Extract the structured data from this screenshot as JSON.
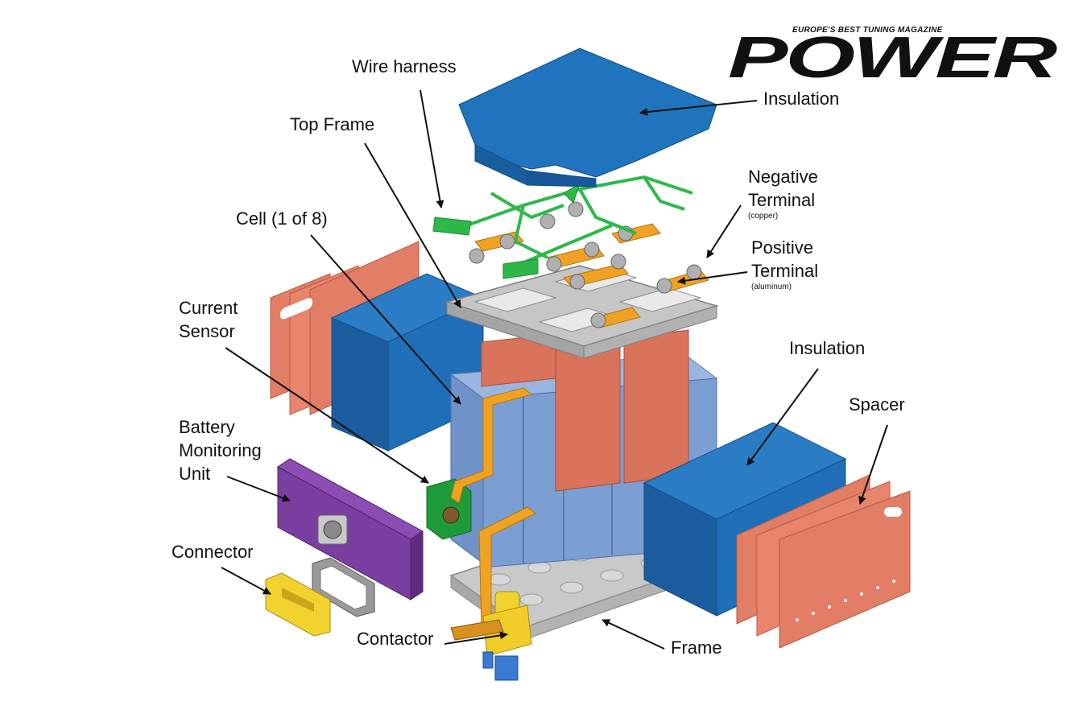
{
  "logo": {
    "tagline": "EUROPE'S BEST TUNING MAGAZINE",
    "wordmark": "POWER"
  },
  "labels": {
    "wire_harness": "Wire harness",
    "top_frame": "Top Frame",
    "insulation_top": "Insulation",
    "negative_terminal_line1": "Negative",
    "negative_terminal_line2": "Terminal",
    "negative_terminal_note": "(copper)",
    "positive_terminal_line1": "Positive",
    "positive_terminal_line2": "Terminal",
    "positive_terminal_note": "(aluminum)",
    "cell_line1": "Cell (1 of 8)",
    "current_sensor_line1": "Current",
    "current_sensor_line2": "Sensor",
    "insulation_right": "Insulation",
    "spacer": "Spacer",
    "bmu_line1": "Battery",
    "bmu_line2": "Monitoring",
    "bmu_line3": "Unit",
    "connector": "Connector",
    "contactor": "Contactor",
    "frame": "Frame"
  },
  "colors": {
    "insulation_blue": "#1f6fb8",
    "insulation_blue_dark": "#134f8a",
    "cell_blue": "#7c9fd3",
    "cell_blue_dark": "#5b7eb5",
    "spacer_salmon": "#e07a62",
    "frame_gray": "#bdbdbd",
    "terminal_orange": "#f0a225",
    "harness_green": "#2fb84a",
    "bmu_purple": "#7a3ea0",
    "connector_yellow": "#f2d22e",
    "sensor_green": "#1f9a3a"
  }
}
